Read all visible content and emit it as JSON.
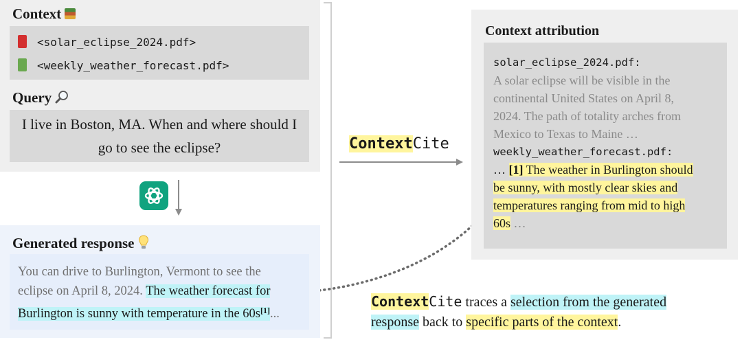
{
  "context": {
    "title": "Context",
    "title_icon": "books-icon",
    "files": [
      {
        "name": "<solar_eclipse_2024.pdf>",
        "icon": "red-book-icon",
        "color": "#d32f2f"
      },
      {
        "name": "<weekly_weather_forecast.pdf>",
        "icon": "green-book-icon",
        "color": "#6aa84f"
      }
    ]
  },
  "query": {
    "title": "Query",
    "title_icon": "magnifier-icon",
    "line1": "I live in Boston, MA. When and where should I",
    "line2": "go to see the eclipse?"
  },
  "response": {
    "title": "Generated response",
    "title_icon": "lightbulb-icon",
    "line1": "You can drive to Burlington, Vermont to see the",
    "line2_plain": "eclipse on April 8, 2024. ",
    "line2_hl": "The weather forecast for",
    "line3_hl": "Burlington is sunny with temperature in the 60s",
    "citation": "[1]",
    "ellipsis": "..."
  },
  "method": {
    "name_bold": "Context",
    "name_regular": "Cite"
  },
  "attribution": {
    "title": "Context attribution",
    "file1": "solar_eclipse_2024.pdf:",
    "file1_text": [
      "A solar eclipse will be visible in the",
      "continental United States on April 8,",
      "2024. The path of totality arches from",
      "Mexico to Texas to Maine …"
    ],
    "file2": "weekly_weather_forecast.pdf:",
    "file2_prefix": "… ",
    "file2_citation": "[1]",
    "file2_lines": [
      " The weather in Burlington should",
      "be sunny, with mostly clear skies and",
      "temperatures ranging from mid to high",
      "60s"
    ],
    "file2_suffix": " …"
  },
  "caption": {
    "bold": "Context",
    "regular": "Cite",
    "part1": " traces a ",
    "hl1": "selection from the generated",
    "hl1b": "response",
    "part2": " back to ",
    "hl2": "specific parts of the context",
    "end": "."
  },
  "colors": {
    "highlight_yellow": "#fff59d",
    "highlight_blue": "#bff3f7",
    "panel_gray": "#efefef",
    "box_gray": "#d9d9d9",
    "response_panel": "#eef3fb",
    "openai_green": "#10a37f"
  }
}
